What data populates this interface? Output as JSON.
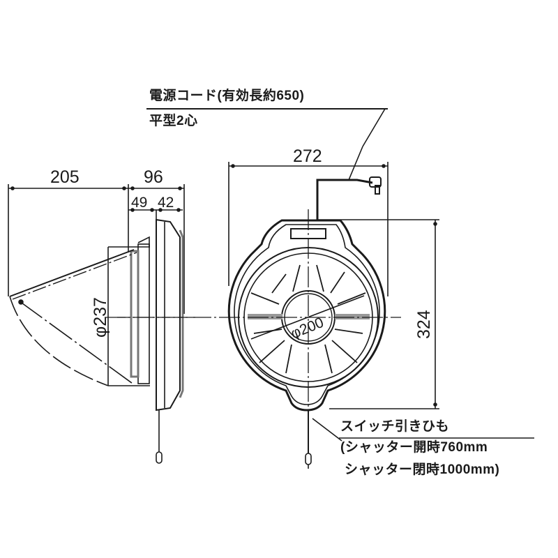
{
  "drawing": {
    "type": "dimension-drawing",
    "units": "mm",
    "side_view": {
      "dims": {
        "hood_depth": "205",
        "body_depth": "96",
        "body_part_a": "49",
        "body_part_b": "42",
        "hood_diameter": "φ237"
      }
    },
    "front_view": {
      "dims": {
        "width": "272",
        "height": "324",
        "fan_diameter": "φ200"
      }
    },
    "notes": {
      "power_cord_title": "電源コード(有効長約650)",
      "power_cord_type": "平型2心",
      "pull_cord_title": "スイッチ引きひも",
      "pull_cord_line1": "(シャッター開時760mm",
      "pull_cord_line2": "シャッター閉時1000mm)"
    },
    "colors": {
      "line": "#1a1a1a",
      "background": "#ffffff"
    }
  }
}
